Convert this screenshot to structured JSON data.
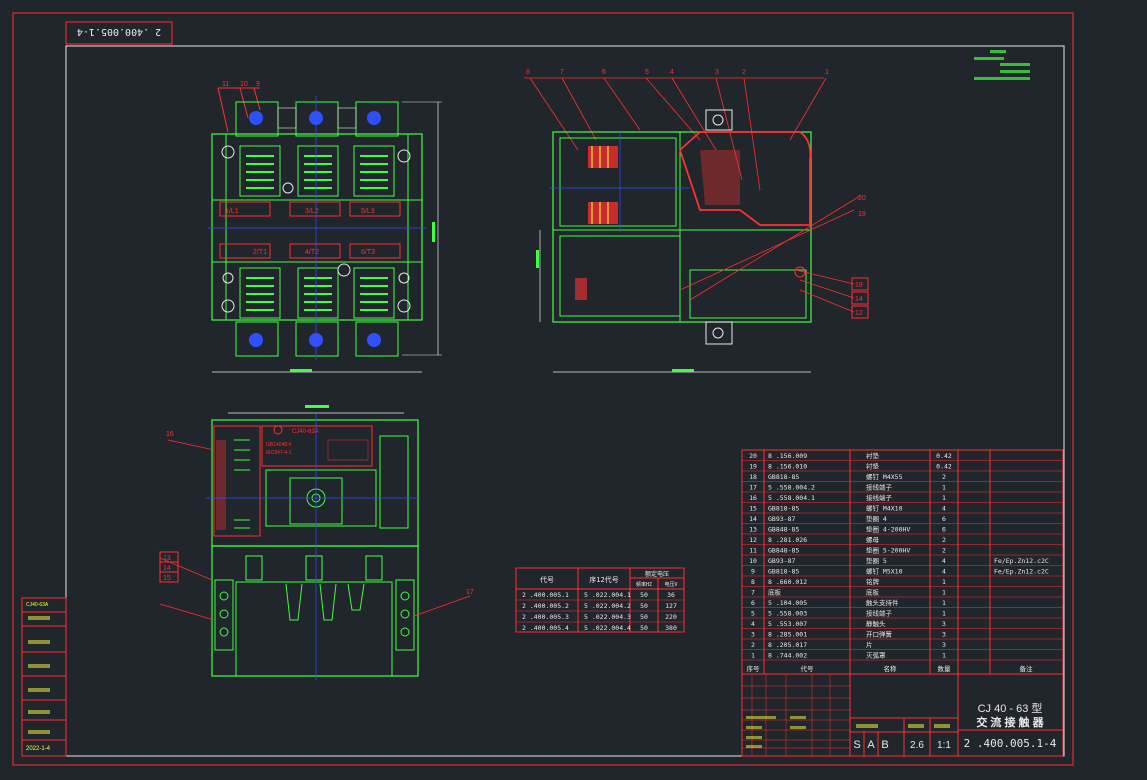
{
  "drawing_no_top": "2 .400.005.1-4",
  "title_block": {
    "product_title_line1": "CJ 40 - 63 型",
    "product_title_line2": "交 流 接 触 器",
    "drawing_no": "2 .400.005.1-4",
    "scale_letters": [
      "S",
      "A",
      "B"
    ],
    "weight": "2.6",
    "scale": "1:1",
    "header_cols": [
      "序号",
      "代号",
      "名称",
      "数量",
      "备注"
    ]
  },
  "left_strip": {
    "top_label": "CJ40-63A",
    "date": "2022-1-4"
  },
  "coil_table": {
    "headers": [
      "代号",
      "序12代号",
      "额定电压"
    ],
    "sub_headers": [
      "频率HZ",
      "电压V"
    ],
    "rows": [
      [
        "2 .400.005.1",
        "5 .022.004.1",
        "50",
        "36"
      ],
      [
        "2 .400.005.2",
        "5 .022.004.2",
        "50",
        "127"
      ],
      [
        "2 .400.005.3",
        "5 .022.004.3",
        "50",
        "220"
      ],
      [
        "2 .400.005.4",
        "5 .022.004.4",
        "50",
        "380"
      ]
    ]
  },
  "bom": [
    {
      "no": "20",
      "code": "8 .156.009",
      "name": "衬垫",
      "qty": "0.42",
      "note": ""
    },
    {
      "no": "19",
      "code": "8 .156.010",
      "name": "衬垫",
      "qty": "0.42",
      "note": ""
    },
    {
      "no": "18",
      "code": "GB818-85",
      "name": "螺钉 M4X55",
      "qty": "2",
      "note": ""
    },
    {
      "no": "17",
      "code": "5 .558.004.2",
      "name": "接线端子",
      "qty": "1",
      "note": ""
    },
    {
      "no": "16",
      "code": "5 .558.004.1",
      "name": "接线端子",
      "qty": "1",
      "note": ""
    },
    {
      "no": "15",
      "code": "GB818-85",
      "name": "螺钉 M4X10",
      "qty": "4",
      "note": ""
    },
    {
      "no": "14",
      "code": "GB93-87",
      "name": "垫圈 4",
      "qty": "6",
      "note": ""
    },
    {
      "no": "13",
      "code": "GB848-85",
      "name": "垫圈 4-200HV",
      "qty": "6",
      "note": ""
    },
    {
      "no": "12",
      "code": "8 .281.026",
      "name": "螺母",
      "qty": "2",
      "note": ""
    },
    {
      "no": "11",
      "code": "GB848-85",
      "name": "垫圈 5-200HV",
      "qty": "2",
      "note": ""
    },
    {
      "no": "10",
      "code": "GB93-87",
      "name": "垫圈 5",
      "qty": "4",
      "note": "Fe/Ep.Zn12.c2C"
    },
    {
      "no": "9",
      "code": "GB818-85",
      "name": "螺钉 M5X10",
      "qty": "4",
      "note": "Fe/Ep.Zn12.c2C"
    },
    {
      "no": "8",
      "code": "8 .660.012",
      "name": "铭牌",
      "qty": "1",
      "note": ""
    },
    {
      "no": "7",
      "code": "底板",
      "name": "底板",
      "qty": "1",
      "note": ""
    },
    {
      "no": "6",
      "code": "5 .104.005",
      "name": "触头支持件",
      "qty": "1",
      "note": ""
    },
    {
      "no": "5",
      "code": "5 .558.003",
      "name": "接线端子",
      "qty": "1",
      "note": ""
    },
    {
      "no": "4",
      "code": "5 .553.007",
      "name": "静触头",
      "qty": "3",
      "note": ""
    },
    {
      "no": "3",
      "code": "8 .285.001",
      "name": "开口弹簧",
      "qty": "3",
      "note": ""
    },
    {
      "no": "2",
      "code": "8 .205.017",
      "name": "片",
      "qty": "3",
      "note": ""
    },
    {
      "no": "1",
      "code": "8 .744.002",
      "name": "灭弧罩",
      "qty": "1",
      "note": ""
    }
  ],
  "nameplate": {
    "model": "CJ40-63A",
    "std_line1": "GB14048.4",
    "std_line2": "IEC947-4-1"
  },
  "labels": {
    "front_terminals_top": [
      "1/L1",
      "3/L2",
      "5/L3"
    ],
    "front_terminals_bottom": [
      "2/T1",
      "4/T2",
      "6/T3"
    ],
    "front_balloons": [
      "11",
      "10",
      "9"
    ],
    "side_balloons": [
      "8",
      "7",
      "6",
      "5",
      "4",
      "3",
      "2",
      "1"
    ],
    "side_balloons_right": [
      "20",
      "19",
      "18",
      "14",
      "12"
    ],
    "bottom_balloons": [
      "16",
      "13",
      "14",
      "15",
      "17"
    ]
  }
}
